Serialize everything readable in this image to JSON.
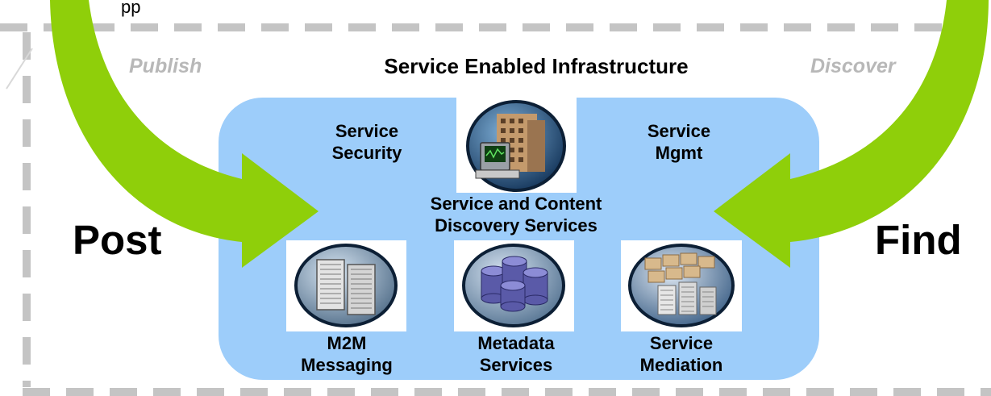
{
  "diagram": {
    "title": "Service Enabled Infrastructure",
    "left_action": "Post",
    "right_action": "Find",
    "left_cue": "Publish",
    "right_cue": "Discover",
    "top_fragment": "pp",
    "core_label": "Service and Content\nDiscovery Services",
    "top_services": [
      {
        "label": "Service\nSecurity"
      },
      {
        "label": "Service\nMgmt"
      }
    ],
    "bottom_services": [
      {
        "label": "M2M\nMessaging",
        "icon": "server-icon"
      },
      {
        "label": "Metadata\nServices",
        "icon": "database-icon"
      },
      {
        "label": "Service\nMediation",
        "icon": "data-center-icon"
      }
    ],
    "core_icon": "office-building-icon",
    "colors": {
      "panel": "#9dcdfa",
      "arrow": "#8fcf0a",
      "frame": "#c4c4c4",
      "cue_text": "#b8b8b8"
    }
  }
}
